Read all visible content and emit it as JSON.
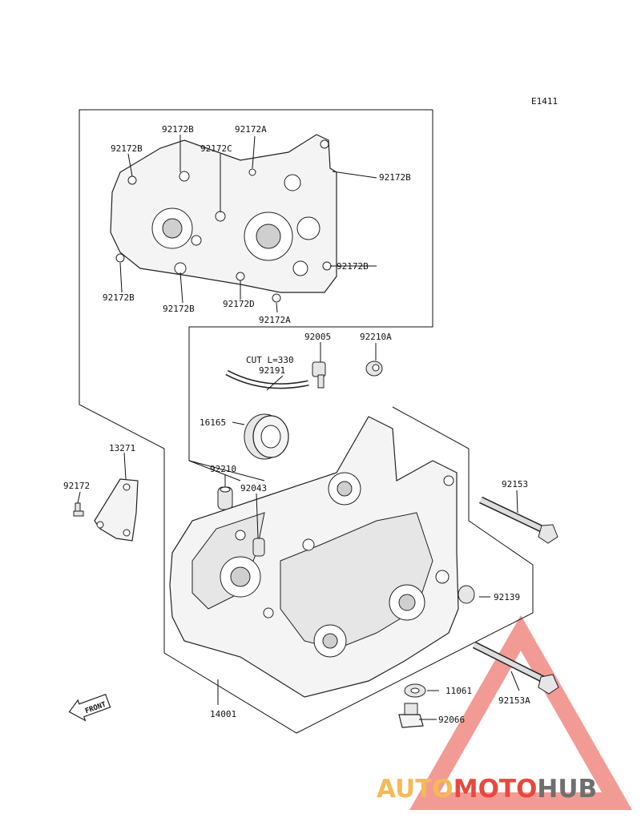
{
  "diagram_code": "E1411",
  "labels": {
    "gasket_top_left_b": "92172B",
    "gasket_top_mid_a": "92172A",
    "gasket_top_left2_b": "92172B",
    "gasket_top_c": "92172C",
    "gasket_right_b": "92172B",
    "gasket_right2_b": "92172B",
    "gasket_bottom_left_b": "92172B",
    "gasket_bottom_b": "92172B",
    "gasket_bottom_d": "92172D",
    "gasket_bottom_a": "92172A",
    "cut_note": "CUT L=330",
    "hose": "92191",
    "fitting": "92005",
    "spacer_a": "92210A",
    "seal": "16165",
    "spacer": "92210",
    "pin": "92043",
    "bracket": "13271",
    "bolt_small": "92172",
    "stud": "92153",
    "dowel": "92139",
    "washer": "11061",
    "plug": "92066",
    "stud_a": "92153A",
    "crankcase": "14001",
    "front_arrow": "FRONT"
  },
  "watermark": {
    "part1": "AUTO",
    "part2": "MOTO",
    "part3": "HUB",
    "color1": "#f5b955",
    "color2": "#e8483e",
    "color3": "#6f6f6f"
  }
}
